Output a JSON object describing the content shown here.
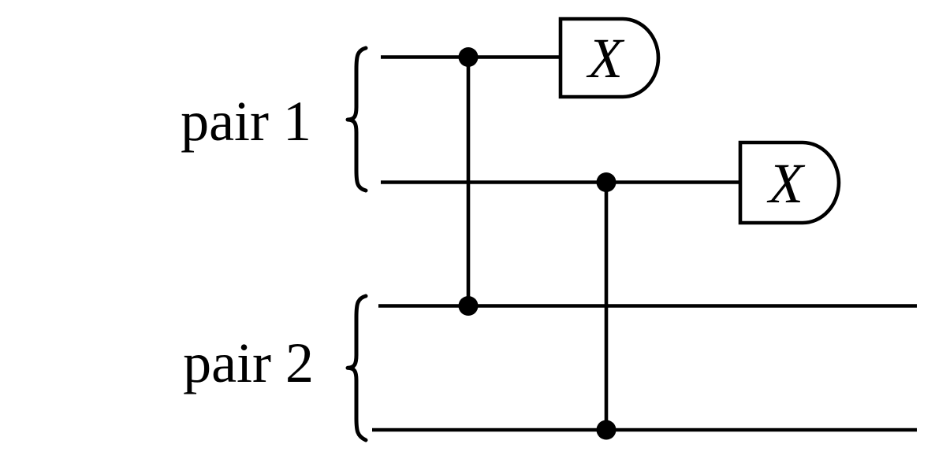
{
  "diagram": {
    "background_color": "#ffffff",
    "line_color": "#000000",
    "pair_groups": [
      {
        "label": "pair 1"
      },
      {
        "label": "pair 2"
      }
    ],
    "gates": [
      {
        "label": "X",
        "type": "x-basis-measurement"
      },
      {
        "label": "X",
        "type": "x-basis-measurement"
      }
    ]
  }
}
